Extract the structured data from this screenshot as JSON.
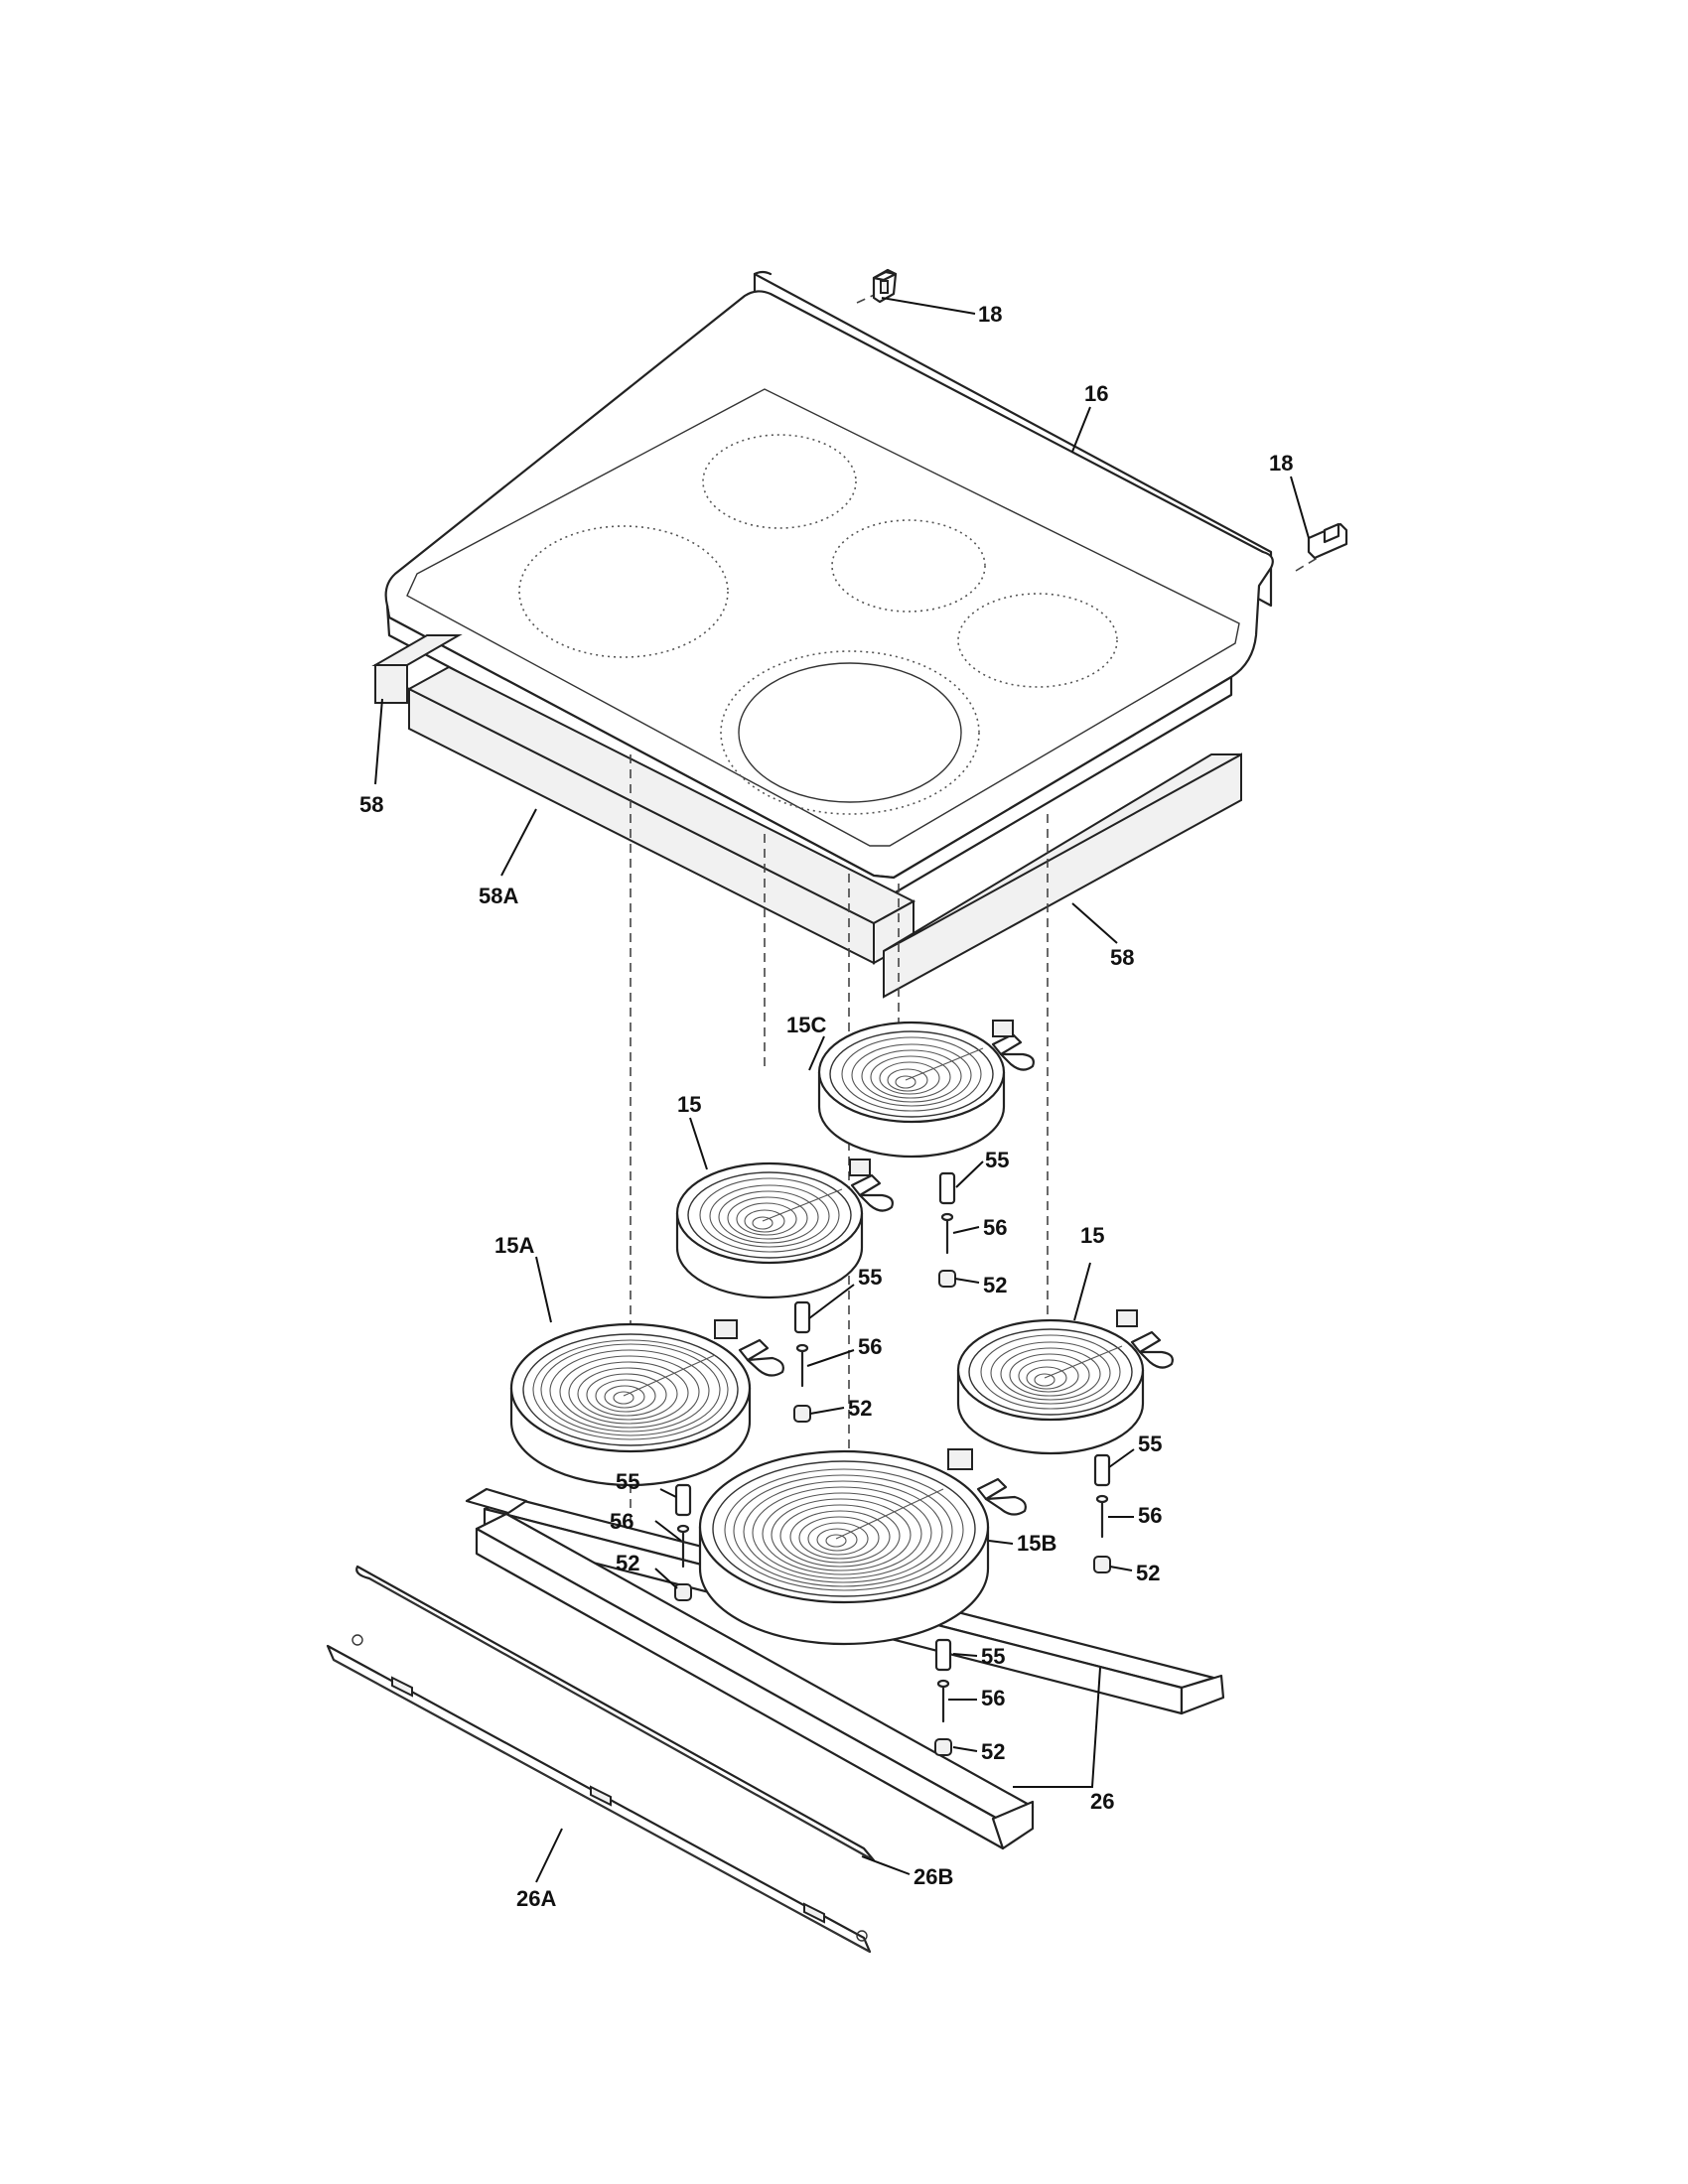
{
  "callouts": [
    {
      "id": "c18a",
      "text": "18"
    },
    {
      "id": "c16",
      "text": "16"
    },
    {
      "id": "c18b",
      "text": "18"
    },
    {
      "id": "c58a",
      "text": "58"
    },
    {
      "id": "c58A",
      "text": "58A"
    },
    {
      "id": "c58b",
      "text": "58"
    },
    {
      "id": "c15C",
      "text": "15C"
    },
    {
      "id": "c15a",
      "text": "15"
    },
    {
      "id": "c55a",
      "text": "55"
    },
    {
      "id": "c56a",
      "text": "56"
    },
    {
      "id": "c52a",
      "text": "52"
    },
    {
      "id": "c15A",
      "text": "15A"
    },
    {
      "id": "c55b",
      "text": "55"
    },
    {
      "id": "c56b",
      "text": "56"
    },
    {
      "id": "c52b",
      "text": "52"
    },
    {
      "id": "c15b",
      "text": "15"
    },
    {
      "id": "c55c",
      "text": "55"
    },
    {
      "id": "c56c",
      "text": "56"
    },
    {
      "id": "c52c",
      "text": "52"
    },
    {
      "id": "c15B",
      "text": "15B"
    },
    {
      "id": "c55d",
      "text": "55"
    },
    {
      "id": "c56d",
      "text": "56"
    },
    {
      "id": "c52d",
      "text": "52"
    },
    {
      "id": "c55e",
      "text": "55"
    },
    {
      "id": "c56e",
      "text": "56"
    },
    {
      "id": "c52e",
      "text": "52"
    },
    {
      "id": "c26",
      "text": "26"
    },
    {
      "id": "c26A",
      "text": "26A"
    },
    {
      "id": "c26B",
      "text": "26B"
    }
  ]
}
